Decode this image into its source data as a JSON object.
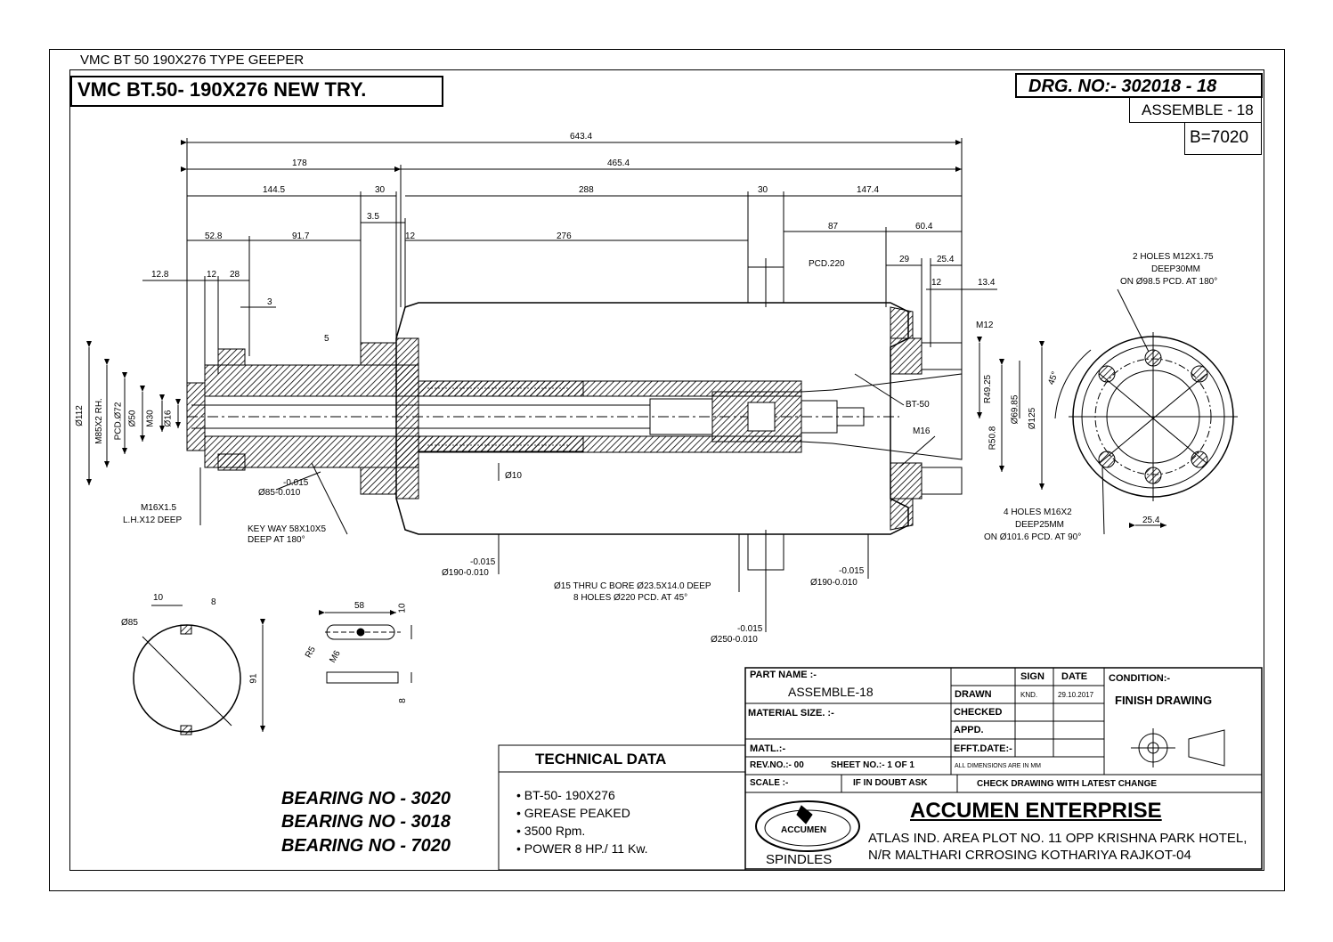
{
  "header": {
    "top_title": "VMC BT 50 190X276  TYPE GEEPER",
    "main_title": "VMC BT.50- 190X276 NEW TRY.",
    "drg_no": "DRG. NO:- 302018 -   18",
    "assemble": "ASSEMBLE - 18",
    "b_value": "B=7020"
  },
  "dimensions": {
    "d643": "643.4",
    "d178": "178",
    "d465": "465.4",
    "d144": "144.5",
    "d30a": "30",
    "d288": "288",
    "d30b": "30",
    "d147": "147.4",
    "d35": "3.5",
    "d87": "87",
    "d604": "60.4",
    "d528": "52.8",
    "d917": "91.7",
    "d12a": "12",
    "d276": "276",
    "d29": "29",
    "d254a": "25.4",
    "pcd220": "PCD.220",
    "d128": "12.8",
    "d12b": "12",
    "d28": "28",
    "d12c": "12",
    "d134": "13.4",
    "d3": "3",
    "d5": "5",
    "m12": "M12",
    "d112": "Ø112",
    "m85": "M85X2 RH.",
    "pcd72": "PCD.Ø72",
    "d50": "Ø50",
    "m30": "M30",
    "d16": "Ø16",
    "bt50": "BT-50",
    "r4925": "R49.25",
    "d6985": "Ø69.85",
    "d125": "Ø125",
    "m16": "M16",
    "r508": "R50.8",
    "d10": "Ø10",
    "tol1a": "-0.015",
    "tol1b": "Ø85-0.010",
    "m16x15": "M16X1.5",
    "lh": "L.H.X12 DEEP",
    "keyway1": "KEY WAY 58X10X5",
    "keyway2": "DEEP AT 180°",
    "tol2a": "-0.015",
    "tol2b": "Ø190-0.010",
    "bore1": "Ø15 THRU C BORE Ø23.5X14.0 DEEP",
    "bore2": "8 HOLES  Ø220 PCD. AT 45°",
    "tol3a": "-0.015",
    "tol3b": "Ø190-0.010",
    "tol4a": "-0.015",
    "tol4b": "Ø250-0.010",
    "holes2a": "2 HOLES M12X1.75",
    "holes2b": "DEEP30MM",
    "holes2c": "ON Ø98.5 PCD. AT 180°",
    "holes4a": "4 HOLES M16X2",
    "holes4b": "DEEP25MM",
    "holes4c": "ON Ø101.6 PCD. AT 90°",
    "d254b": "25.4",
    "a45": "45°",
    "k10": "10",
    "k8": "8",
    "k85": "Ø85",
    "k91": "91",
    "kk58": "58",
    "kk10": "10",
    "kkr5": "R5",
    "kkm6": "M6",
    "kk8": "8"
  },
  "bearings": [
    "BEARING NO - 3020",
    "BEARING NO - 3018",
    "BEARING NO - 7020"
  ],
  "technical": {
    "title": "TECHNICAL DATA",
    "items": [
      "BT-50- 190X276",
      "GREASE PEAKED",
      "3500 Rpm.",
      "POWER 8 HP./ 11 Kw."
    ]
  },
  "title_block": {
    "part_name_label": "PART NAME :-",
    "part_name": "ASSEMBLE-18",
    "sign": "SIGN",
    "date": "DATE",
    "condition_label": "CONDITION:-",
    "drawn": "DRAWN",
    "drawn_by": "KND.",
    "drawn_date": "29.10.2017",
    "condition": "FINISH DRAWING",
    "material_label": "MATERIAL SIZE. :-",
    "checked": "CHECKED",
    "appd": "APPD.",
    "matl": "MATL.:-",
    "efft": "EFFT.DATE:-",
    "rev": "REV.NO.:- 00",
    "sheet": "SHEET NO.:- 1 OF 1",
    "all_dims": "ALL DIMENSIONS ARE IN MM",
    "scale": "SCALE :-",
    "doubt": "IF IN DOUBT ASK",
    "check": "CHECK DRAWING WITH LATEST CHANGE",
    "company": "ACCUMEN ENTERPRISE",
    "addr1": "ATLAS IND. AREA PLOT NO. 11 OPP KRISHNA PARK HOTEL,",
    "addr2": "N/R MALTHARI CRROSING KOTHARIYA RAJKOT-04",
    "logo_text": "ACCUMEN",
    "spindles": "SPINDLES"
  }
}
